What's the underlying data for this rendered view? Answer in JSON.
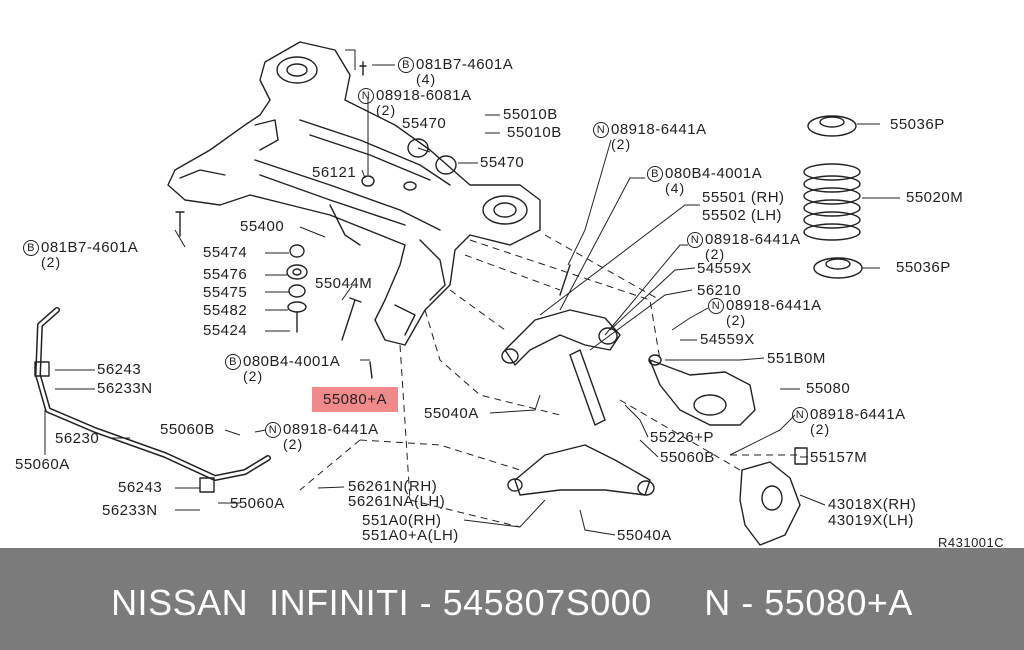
{
  "labels": [
    {
      "id": "b1",
      "circle": "B",
      "text": "081B7-4601A",
      "sub": "(4)"
    },
    {
      "id": "n1",
      "circle": "N",
      "text": "08918-6081A",
      "sub": "(2)"
    },
    {
      "id": "p55010b1",
      "text": "55010B"
    },
    {
      "id": "p55470a",
      "text": "55470"
    },
    {
      "id": "p55010b2",
      "text": "55010B"
    },
    {
      "id": "n2",
      "circle": "N",
      "text": "08918-6441A",
      "sub": "(2)"
    },
    {
      "id": "p56121",
      "text": "56121"
    },
    {
      "id": "p55470b",
      "text": "55470"
    },
    {
      "id": "b2",
      "circle": "B",
      "text": "080B4-4001A",
      "sub": "(4)"
    },
    {
      "id": "p55501",
      "text": "55501 (RH)"
    },
    {
      "id": "p55502",
      "text": "55502 (LH)"
    },
    {
      "id": "p55400",
      "text": "55400"
    },
    {
      "id": "b3",
      "circle": "B",
      "text": "081B7-4601A",
      "sub": "(2)"
    },
    {
      "id": "n3",
      "circle": "N",
      "text": "08918-6441A",
      "sub": "(2)"
    },
    {
      "id": "p55474",
      "text": "55474"
    },
    {
      "id": "p54559x1",
      "text": "54559X"
    },
    {
      "id": "p55476",
      "text": "55476"
    },
    {
      "id": "p55044m",
      "text": "55044M"
    },
    {
      "id": "p56210",
      "text": "56210"
    },
    {
      "id": "p55475",
      "text": "55475"
    },
    {
      "id": "n4",
      "circle": "N",
      "text": "08918-6441A",
      "sub": "(2)"
    },
    {
      "id": "p55482",
      "text": "55482"
    },
    {
      "id": "p55424",
      "text": "55424"
    },
    {
      "id": "p54559x2",
      "text": "54559X"
    },
    {
      "id": "p551b0m",
      "text": "551B0M"
    },
    {
      "id": "b4",
      "circle": "B",
      "text": "080B4-4001A",
      "sub": "(2)"
    },
    {
      "id": "p56243a",
      "text": "56243"
    },
    {
      "id": "p56233na",
      "text": "56233N"
    },
    {
      "id": "p55080",
      "text": "55080"
    },
    {
      "id": "p55080a",
      "text": "55080+A"
    },
    {
      "id": "p55040a1",
      "text": "55040A"
    },
    {
      "id": "n5",
      "circle": "N",
      "text": "08918-6441A",
      "sub": "(2)"
    },
    {
      "id": "p55060b1",
      "text": "55060B"
    },
    {
      "id": "n6",
      "circle": "N",
      "text": "08918-6441A",
      "sub": "(2)"
    },
    {
      "id": "p56230",
      "text": "56230"
    },
    {
      "id": "p55226p",
      "text": "55226+P"
    },
    {
      "id": "p55157m",
      "text": "55157M"
    },
    {
      "id": "p55060a1",
      "text": "55060A"
    },
    {
      "id": "p55060b2",
      "text": "55060B"
    },
    {
      "id": "p56243b",
      "text": "56243"
    },
    {
      "id": "p56261n",
      "text": "56261N(RH)"
    },
    {
      "id": "p56261na",
      "text": "56261NA(LH)"
    },
    {
      "id": "p43018x",
      "text": "43018X(RH)"
    },
    {
      "id": "p55060a2",
      "text": "55060A"
    },
    {
      "id": "p56233nb",
      "text": "56233N"
    },
    {
      "id": "p43019x",
      "text": "43019X(LH)"
    },
    {
      "id": "p551a0",
      "text": "551A0(RH)"
    },
    {
      "id": "p55040a2",
      "text": "55040A"
    },
    {
      "id": "p551a0a",
      "text": "551A0+A(LH)"
    },
    {
      "id": "p55036p1",
      "text": "55036P"
    },
    {
      "id": "p55020m",
      "text": "55020M"
    },
    {
      "id": "p55036p2",
      "text": "55036P"
    },
    {
      "id": "ref",
      "text": "R431001C"
    }
  ],
  "footer": {
    "text": "NISSAN  INFINITI - 545807S000     N - 55080+A"
  },
  "colors": {
    "highlight": "#f08a8a",
    "footer_bg": "#7b7b7b",
    "footer_text": "#ffffff",
    "line": "#222222"
  }
}
